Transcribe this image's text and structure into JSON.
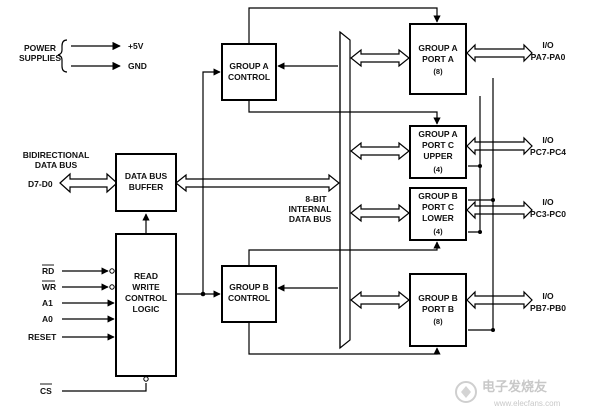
{
  "power": {
    "label_line1": "POWER",
    "label_line2": "SUPPLIES",
    "plus5v": "+5V",
    "gnd": "GND"
  },
  "data_bus": {
    "label_line1": "BIDIRECTIONAL",
    "label_line2": "DATA BUS",
    "pins": "D7-D0"
  },
  "internal_bus": {
    "label_line1": "8-BIT",
    "label_line2": "INTERNAL",
    "label_line3": "DATA BUS"
  },
  "blocks": {
    "data_bus_buffer": {
      "line1": "DATA BUS",
      "line2": "BUFFER"
    },
    "rw_logic": {
      "line1": "READ",
      "line2": "WRITE",
      "line3": "CONTROL",
      "line4": "LOGIC"
    },
    "group_a_control": {
      "line1": "GROUP A",
      "line2": "CONTROL"
    },
    "group_b_control": {
      "line1": "GROUP B",
      "line2": "CONTROL"
    },
    "group_a_port_a": {
      "line1": "GROUP A",
      "line2": "PORT A",
      "line3": "(8)"
    },
    "group_a_port_c_upper": {
      "line1": "GROUP A",
      "line2": "PORT C",
      "line3": "UPPER",
      "line4": "(4)"
    },
    "group_b_port_c_lower": {
      "line1": "GROUP B",
      "line2": "PORT C",
      "line3": "LOWER",
      "line4": "(4)"
    },
    "group_b_port_b": {
      "line1": "GROUP B",
      "line2": "PORT B",
      "line3": "(8)"
    }
  },
  "control_inputs": [
    "RD",
    "WR",
    "A1",
    "A0",
    "RESET"
  ],
  "chip_select": "CS",
  "io_ports": [
    {
      "io": "I/O",
      "pins": "PA7-PA0"
    },
    {
      "io": "I/O",
      "pins": "PC7-PC4"
    },
    {
      "io": "I/O",
      "pins": "PC3-PC0"
    },
    {
      "io": "I/O",
      "pins": "PB7-PB0"
    }
  ],
  "watermark": {
    "cn": "电子发烧友",
    "url": "www.elecfans.com"
  }
}
